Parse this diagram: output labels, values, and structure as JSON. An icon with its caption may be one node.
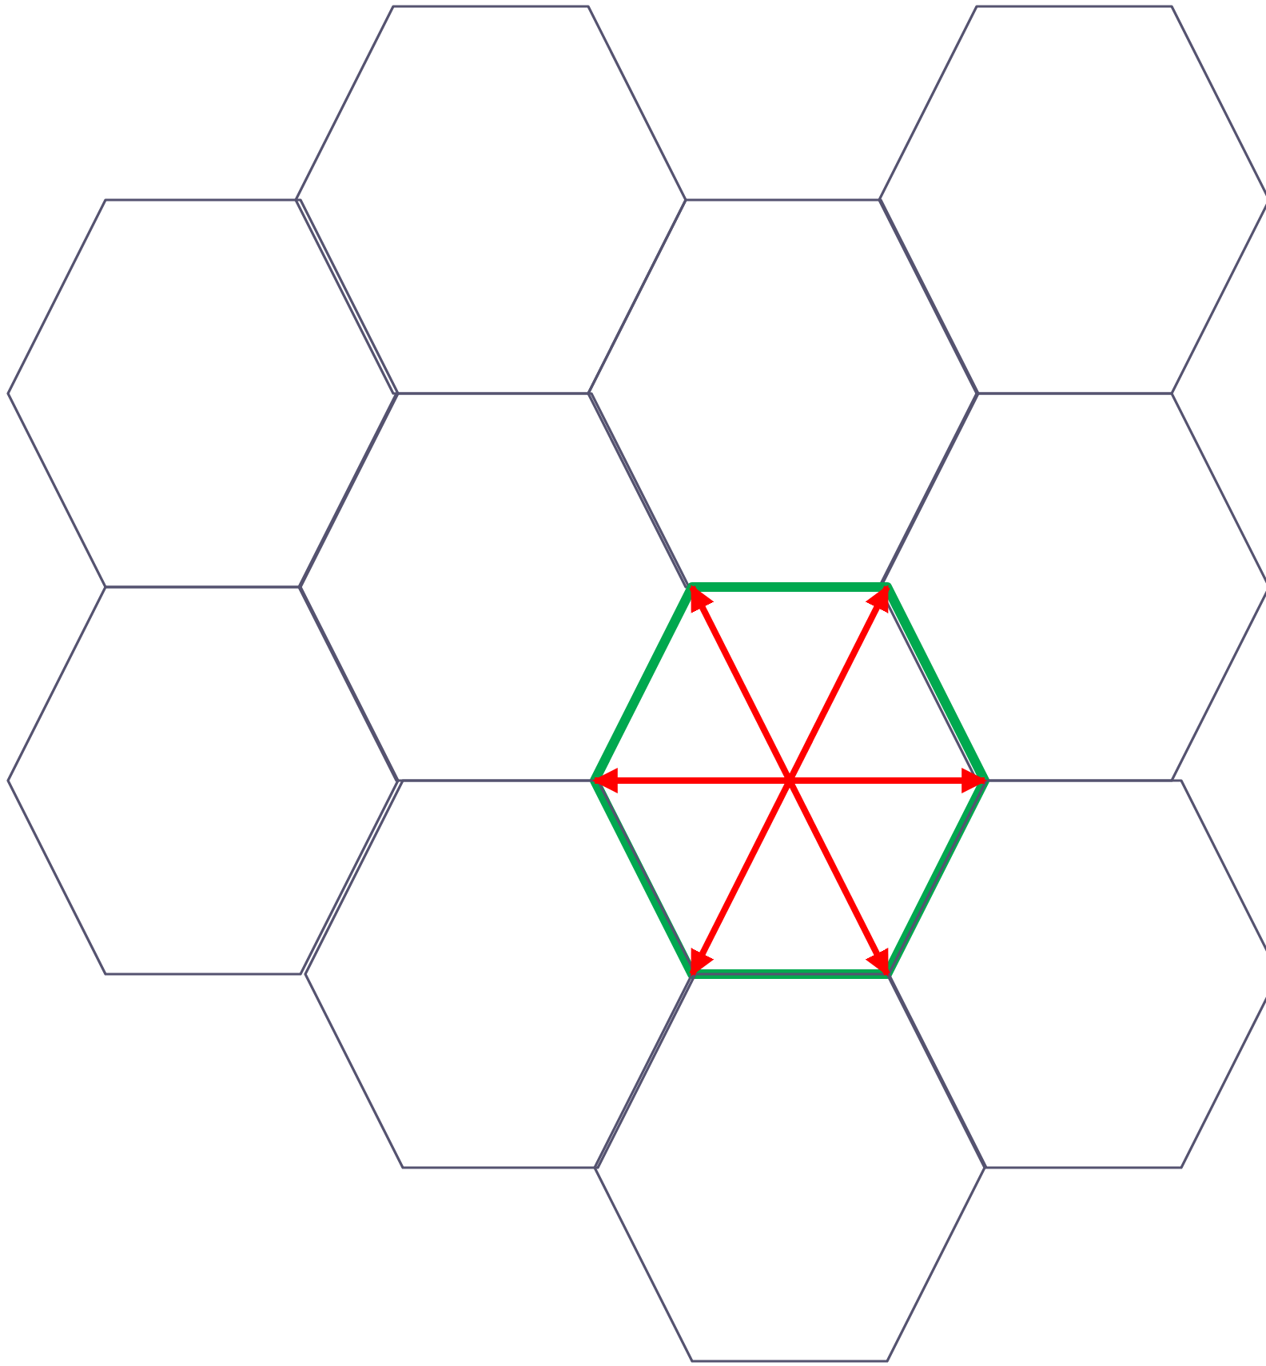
{
  "diagram": {
    "nodes": [
      {
        "text": [],
        "shape": "hexagon"
      },
      {
        "text": [],
        "shape": "hexagon"
      },
      {
        "text": [],
        "shape": "hexagon"
      },
      {
        "text": [],
        "shape": "hexagon"
      },
      {
        "text": [],
        "shape": "hexagon"
      },
      {
        "text": [],
        "shape": "hexagon"
      },
      {
        "text": [],
        "shape": "hexagon"
      },
      {
        "text": [],
        "shape": "hexagon"
      },
      {
        "text": [],
        "shape": "hexagon"
      },
      {
        "text": [],
        "shape": "hexagon"
      },
      {
        "text": [],
        "shape": "hexagon"
      }
    ],
    "edges": [
      {
        "from": null,
        "to": 7,
        "arrow": "to"
      },
      {
        "from": null,
        "to": 7,
        "arrow": "to"
      },
      {
        "from": null,
        "to": 7,
        "arrow": "to"
      },
      {
        "from": null,
        "to": 7,
        "arrow": "to"
      },
      {
        "from": null,
        "to": 7,
        "arrow": "to"
      },
      {
        "from": null,
        "to": 7,
        "arrow": "to"
      }
    ]
  }
}
